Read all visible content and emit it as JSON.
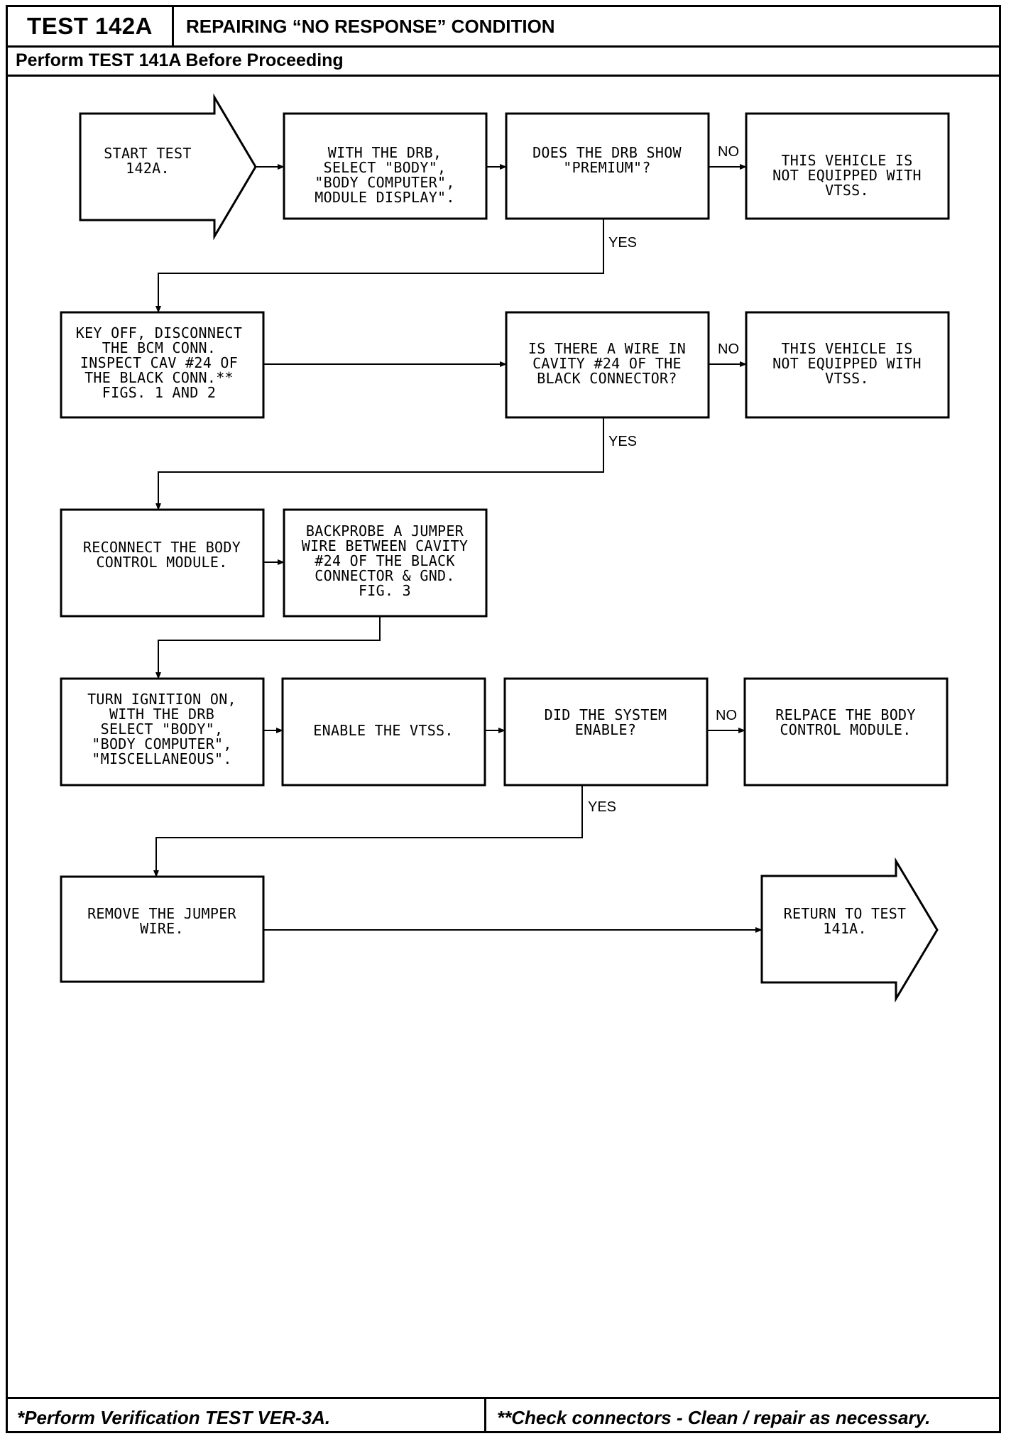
{
  "header": {
    "test_id": "TEST 142A",
    "title": "REPAIRING “NO RESPONSE” CONDITION",
    "subtitle": "Perform TEST 141A Before Proceeding"
  },
  "flowchart": {
    "start": [
      "START TEST",
      "142A."
    ],
    "select_module_display": [
      "WITH THE DRB,",
      "SELECT \"BODY\",",
      "\"BODY COMPUTER\",",
      "MODULE DISPLAY\"."
    ],
    "q_premium": [
      "DOES THE DRB SHOW",
      "\"PREMIUM\"?"
    ],
    "not_equipped_1": [
      "THIS VEHICLE IS",
      "NOT EQUIPPED WITH",
      "VTSS."
    ],
    "key_off_inspect": [
      "KEY OFF, DISCONNECT",
      "THE BCM CONN.",
      "INSPECT CAV #24 OF",
      "THE BLACK CONN.**",
      "FIGS. 1 AND 2"
    ],
    "q_wire_cavity": [
      "IS THERE A WIRE IN",
      "CAVITY #24 OF THE",
      "BLACK CONNECTOR?"
    ],
    "not_equipped_2": [
      "THIS VEHICLE IS",
      "NOT EQUIPPED WITH",
      "VTSS."
    ],
    "reconnect_bcm": [
      "RECONNECT THE BODY",
      "CONTROL MODULE."
    ],
    "backprobe_jumper": [
      "BACKPROBE A JUMPER",
      "WIRE BETWEEN CAVITY",
      "#24 OF THE BLACK",
      "CONNECTOR & GND.",
      "FIG. 3"
    ],
    "ignition_on": [
      "TURN IGNITION ON,",
      "WITH THE DRB",
      "SELECT \"BODY\",",
      "\"BODY COMPUTER\",",
      "\"MISCELLANEOUS\"."
    ],
    "enable_vtss": [
      "ENABLE THE VTSS."
    ],
    "q_system_enable": [
      "DID THE SYSTEM",
      "ENABLE?"
    ],
    "replace_bcm": [
      "RELPACE THE BODY",
      "CONTROL MODULE."
    ],
    "remove_jumper": [
      "REMOVE THE JUMPER",
      "WIRE."
    ],
    "return": [
      "RETURN TO TEST",
      "141A."
    ],
    "labels": {
      "yes": "YES",
      "no": "NO"
    }
  },
  "footer": {
    "left": "*Perform Verification TEST VER-3A.",
    "right": "**Check connectors - Clean / repair as necessary."
  }
}
